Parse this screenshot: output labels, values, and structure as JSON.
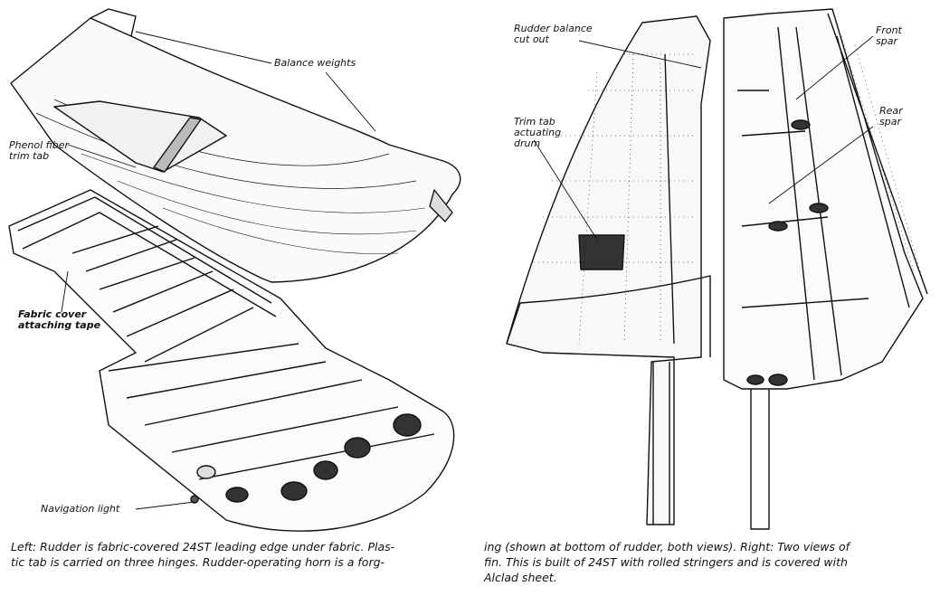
{
  "labels": {
    "balance_weights": "Balance weights",
    "phenol_fiber_trim_tab": "Phenol fiber\ntrim tab",
    "fabric_cover_attaching_tape": "Fabric cover\nattaching tape",
    "navigation_light": "Navigation light",
    "rudder_balance_cut_out": "Rudder balance\ncut out",
    "trim_tab_actuating_drum": "Trim tab\nactuating\ndrum",
    "front_spar": "Front\nspar",
    "rear_spar": "Rear\nspar"
  },
  "caption": {
    "left_line1": "Left: Rudder is fabric-covered 24ST leading edge under fabric. Plas-",
    "left_line2": "tic tab is carried on three hinges. Rudder-operating horn is a forg-",
    "right_line1": "ing (shown at bottom of rudder, both views). Right: Two views of",
    "right_line2": "fin. This is built of 24ST with rolled stringers and is covered with",
    "right_line3": "Alclad sheet."
  }
}
